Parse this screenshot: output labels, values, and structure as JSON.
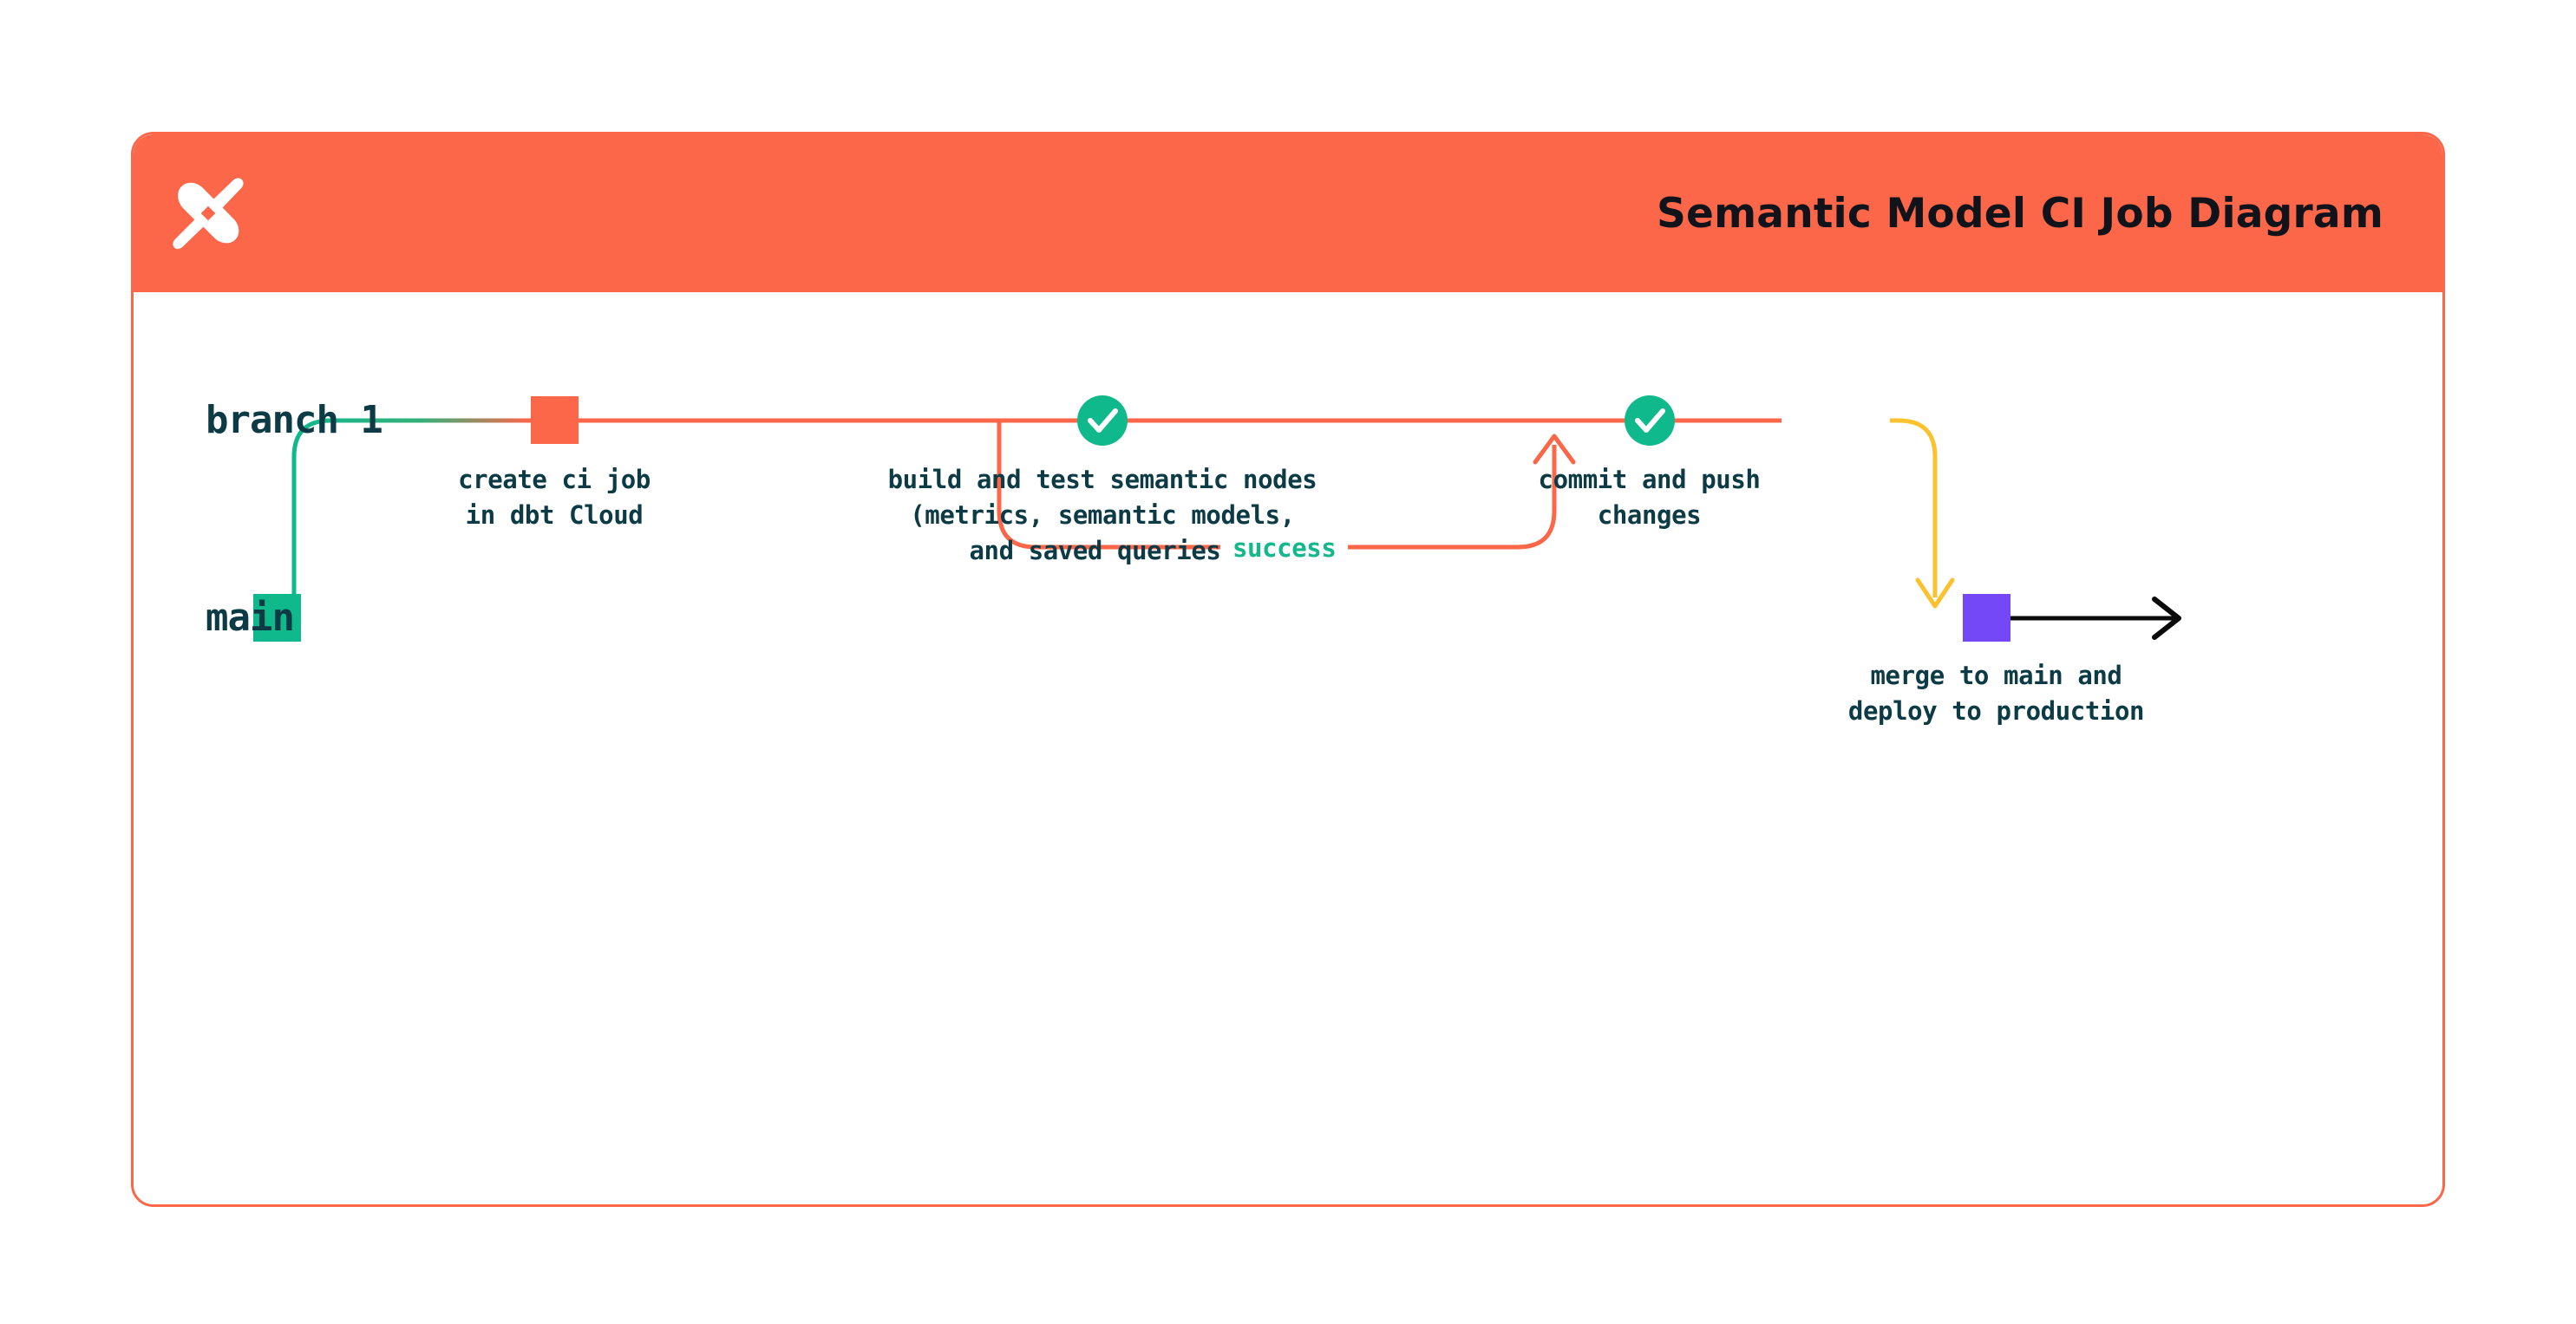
{
  "header": {
    "title": "Semantic Model CI Job Diagram",
    "logo_icon": "dbt-logo-icon",
    "background_color": "#FC6649",
    "title_color": "#10141A"
  },
  "card": {
    "border_color": "#FC6649",
    "background_color": "#FFFFFF"
  },
  "palette": {
    "orange": "#FC6649",
    "green": "#0FB98C",
    "yellow": "#FCC22D",
    "purple": "#7447F7",
    "black": "#000000",
    "navy_text": "#0C3B45"
  },
  "lanes": [
    {
      "id": "branch-1",
      "label": "branch 1",
      "color": "#FC6649"
    },
    {
      "id": "main",
      "label": "main",
      "color": "#0FB98C"
    }
  ],
  "nodes": [
    {
      "id": "main-start",
      "lane": "main",
      "shape": "square",
      "color": "#0FB98C",
      "label": ""
    },
    {
      "id": "create-ci-job",
      "lane": "branch-1",
      "shape": "square",
      "color": "#FC6649",
      "label": "create ci job\nin dbt Cloud"
    },
    {
      "id": "build-and-test",
      "lane": "branch-1",
      "shape": "check-circle",
      "color": "#0FB98C",
      "icon": "check-icon",
      "label": "build and test semantic nodes\n(metrics, semantic models,\nand saved queries)"
    },
    {
      "id": "commit-and-push",
      "lane": "branch-1",
      "shape": "check-circle",
      "color": "#0FB98C",
      "icon": "check-icon",
      "label": "commit and push\nchanges"
    },
    {
      "id": "merge-to-main",
      "lane": "main",
      "shape": "square",
      "color": "#7447F7",
      "label": "merge to main and\ndeploy to production"
    }
  ],
  "edges": [
    {
      "id": "branch-off",
      "from": "main-start",
      "to": "create-ci-job",
      "style": "gradient-green-orange",
      "label": ""
    },
    {
      "id": "success-loop",
      "from": "build-and-test",
      "to": "build-and-test",
      "style": "orange-loop",
      "arrow": "up",
      "label": "success",
      "label_color": "#14B88C"
    },
    {
      "id": "merge-edge",
      "from": "commit-and-push",
      "to": "merge-to-main",
      "style": "yellow",
      "arrow": "down",
      "label": ""
    },
    {
      "id": "main-continues",
      "from": "merge-to-main",
      "to": "",
      "style": "black-arrow",
      "arrow": "right",
      "label": ""
    }
  ]
}
